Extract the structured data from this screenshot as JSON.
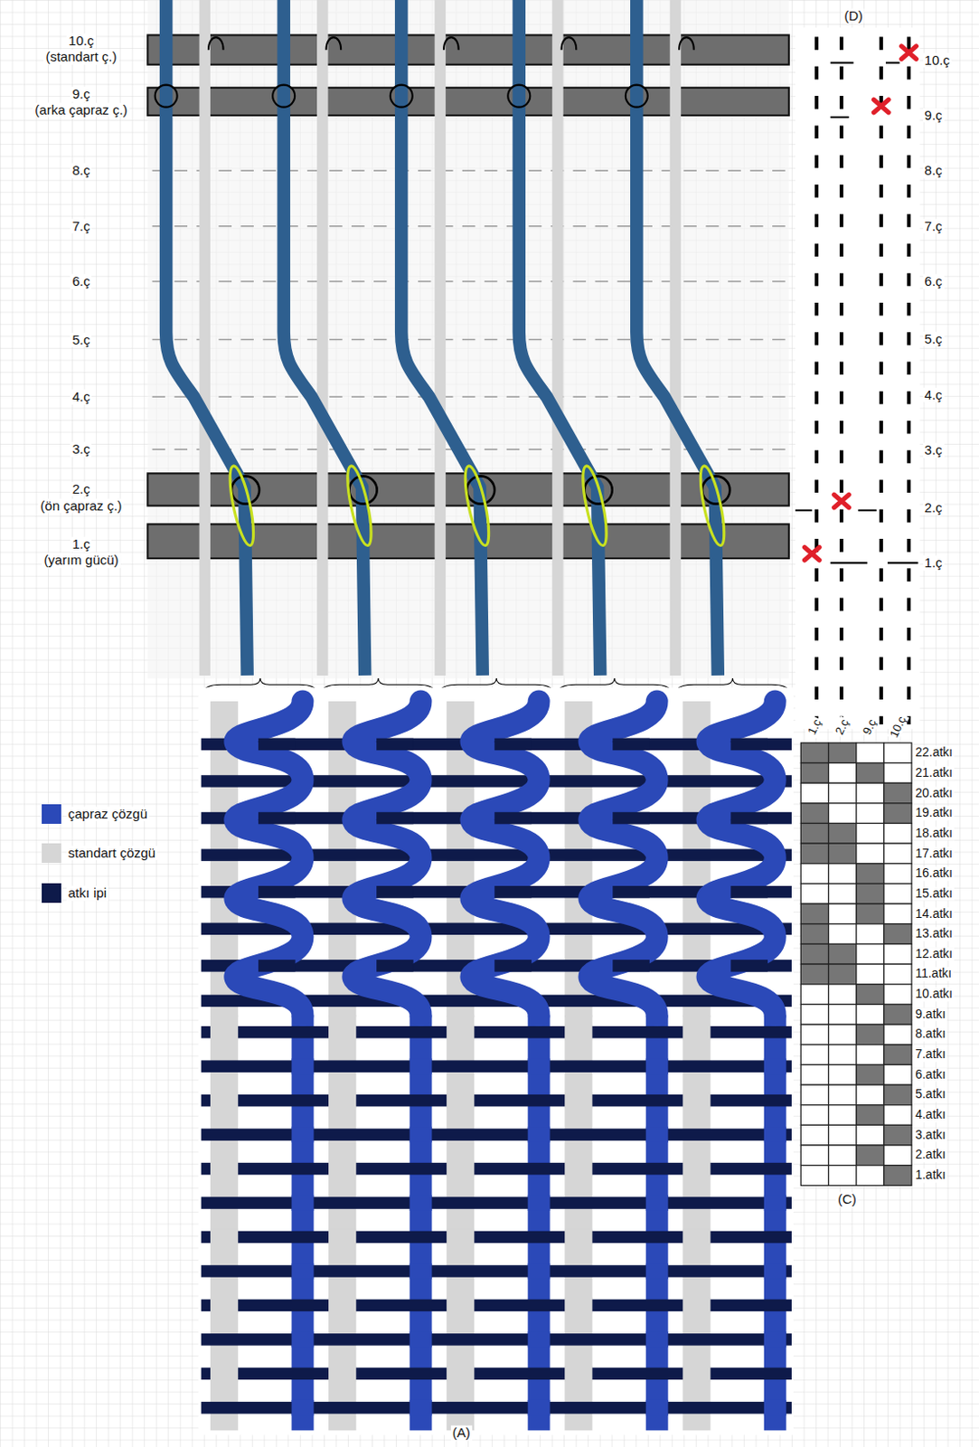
{
  "diagram": {
    "labels": [
      "10.ç",
      "(standart ç.)",
      "9.ç",
      "(arka çapraz ç.)",
      "8.ç",
      "7.ç",
      "6.ç",
      "5.ç",
      "4.ç",
      "3.ç",
      "2.ç",
      "(ön çapraz ç.)",
      "1.ç",
      "(yarım gücü)",
      "(D)",
      "10.ç",
      "9.ç",
      "8.ç",
      "7.ç",
      "6.ç",
      "5.ç",
      "4.ç",
      "3.ç",
      "2.ç",
      "1.ç",
      "1.ç",
      "2.ç",
      "9.ç",
      "10.ç",
      "22.atkı",
      "21.atkı",
      "20.atkı",
      "19.atkı",
      "18.atkı",
      "17.atkı",
      "16.atkı",
      "15.atkı",
      "14.atkı",
      "13.atkı",
      "12.atkı",
      "11.atkı",
      "10.atkı",
      "9.atkı",
      "8.atkı",
      "7.atkı",
      "6.atkı",
      "5.atkı",
      "4.atkı",
      "3.atkı",
      "2.atkı",
      "1.atkı",
      "(C)",
      "(A)"
    ],
    "legend": [
      {
        "text": "çapraz çözgü",
        "color": "#2b49b8"
      },
      {
        "text": "standart çözgü",
        "color": "#d6d6d6"
      },
      {
        "text": "atkı ipi",
        "color": "#0e1a4a"
      }
    ]
  }
}
